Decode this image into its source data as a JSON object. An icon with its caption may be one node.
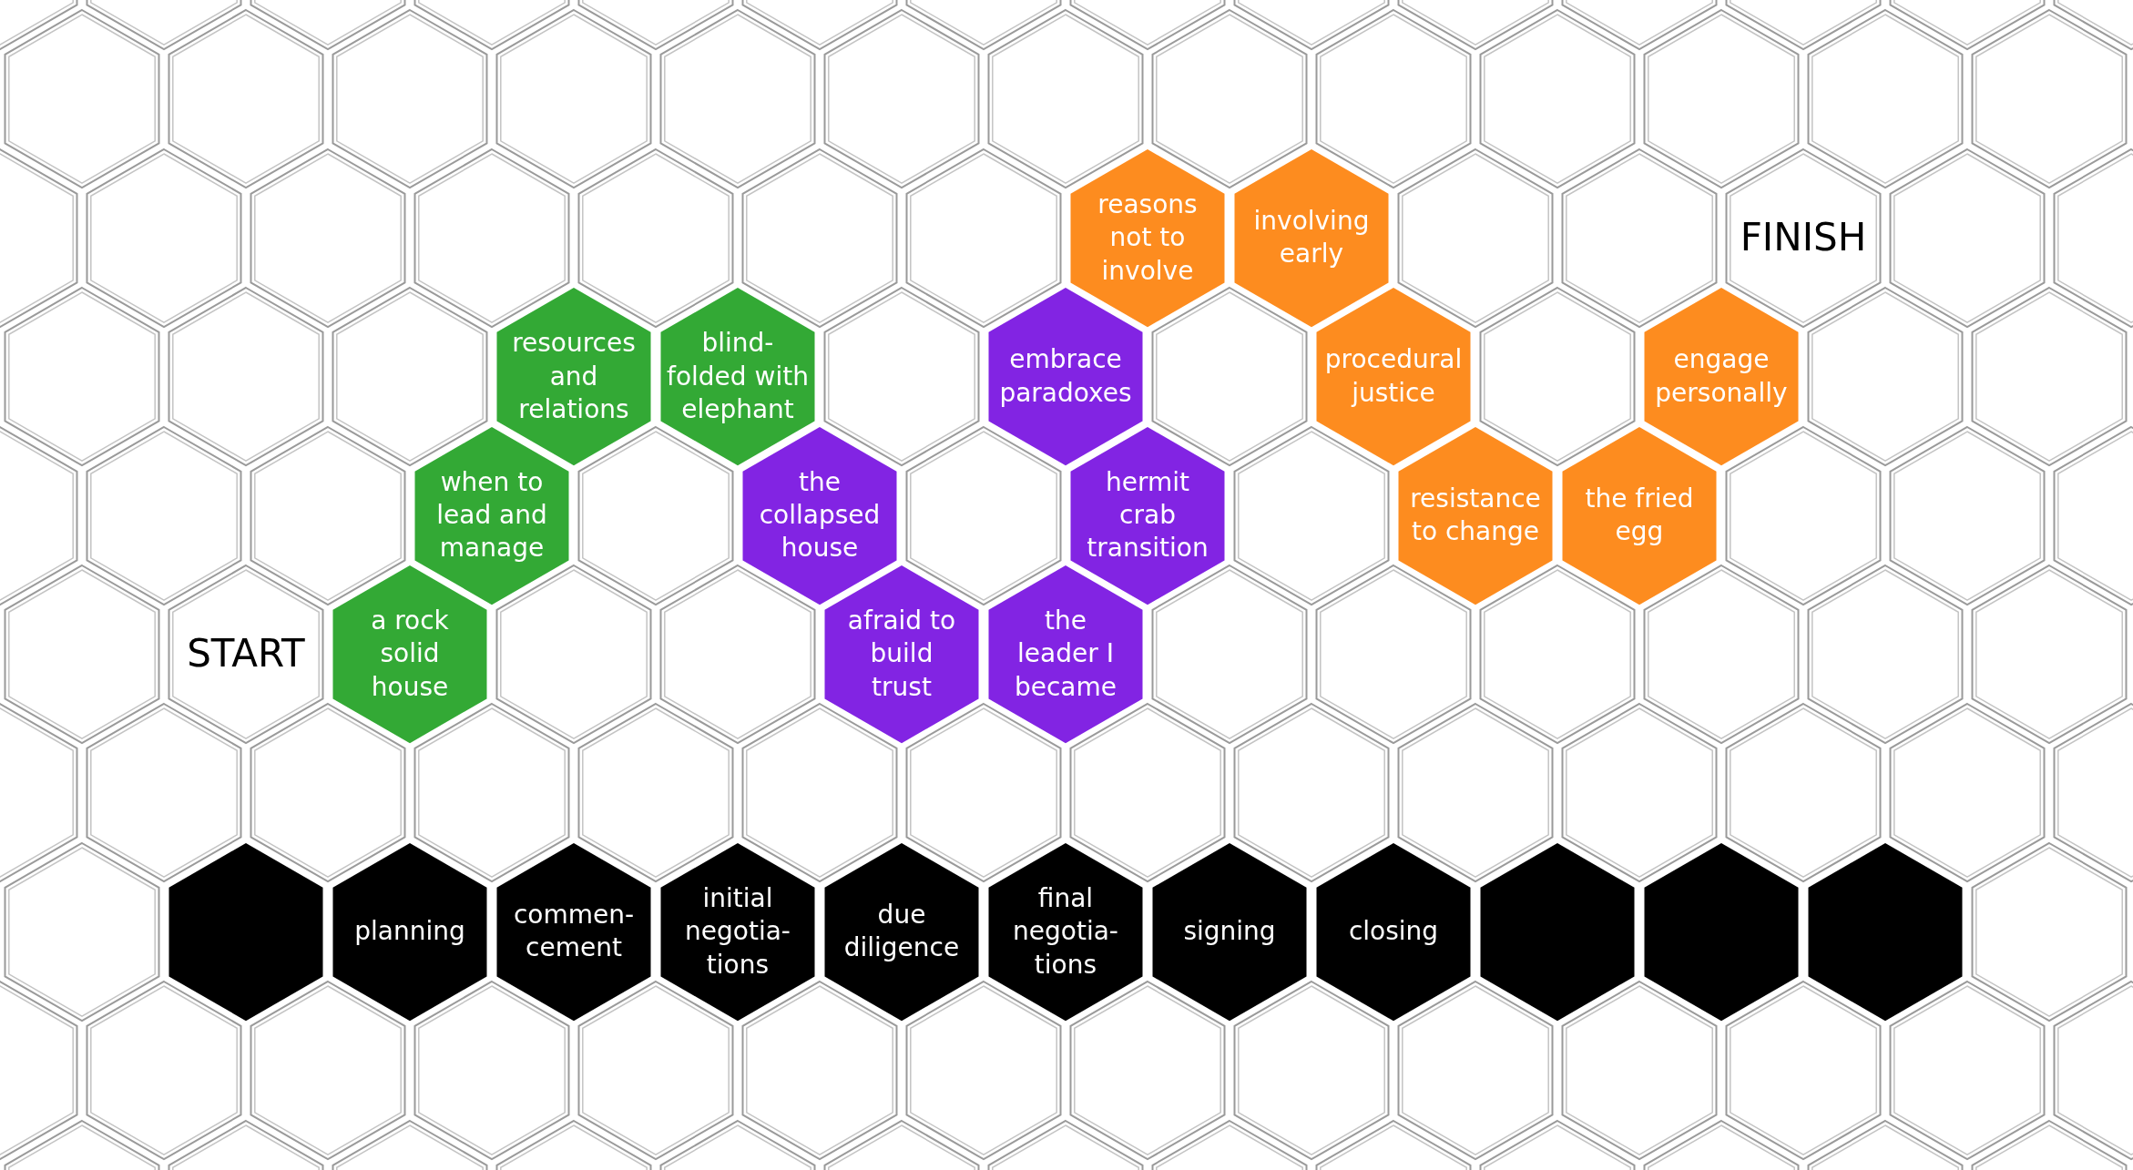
{
  "diagram": {
    "nodes": [
      {
        "text": [],
        "shape": "hexagon"
      },
      {
        "text": [],
        "shape": "hexagon"
      },
      {
        "text": [],
        "shape": "hexagon"
      },
      {
        "text": [],
        "shape": "hexagon"
      },
      {
        "text": [],
        "shape": "hexagon"
      },
      {
        "text": [],
        "shape": "hexagon"
      },
      {
        "text": [],
        "shape": "hexagon"
      },
      {
        "text": [],
        "shape": "hexagon"
      },
      {
        "text": [],
        "shape": "hexagon"
      },
      {
        "text": [],
        "shape": "hexagon"
      },
      {
        "text": [],
        "shape": "hexagon"
      },
      {
        "text": [],
        "shape": "hexagon"
      },
      {
        "text": [],
        "shape": "hexagon"
      },
      {
        "text": [],
        "shape": "hexagon"
      },
      {
        "text": [],
        "shape": "hexagon"
      },
      {
        "text": [],
        "shape": "hexagon"
      },
      {
        "text": [],
        "shape": "hexagon"
      },
      {
        "text": [],
        "shape": "hexagon"
      },
      {
        "text": [],
        "shape": "hexagon"
      },
      {
        "text": [],
        "shape": "hexagon"
      },
      {
        "text": [],
        "shape": "hexagon"
      },
      {
        "text": [],
        "shape": "hexagon"
      },
      {
        "text": [],
        "shape": "hexagon"
      },
      {
        "text": [],
        "shape": "hexagon"
      },
      {
        "text": [],
        "shape": "hexagon"
      },
      {
        "text": [],
        "shape": "hexagon"
      },
      {
        "text": [],
        "shape": "hexagon"
      },
      {
        "text": [],
        "shape": "hexagon"
      },
      {
        "text": [],
        "shape": "hexagon"
      },
      {
        "text": [],
        "shape": "hexagon"
      },
      {
        "text": [],
        "shape": "hexagon"
      },
      {
        "text": [],
        "shape": "hexagon"
      },
      {
        "text": [],
        "shape": "hexagon"
      },
      {
        "text": [],
        "shape": "hexagon"
      },
      {
        "text": [
          "reasons not to involve"
        ]
      },
      {
        "text": [
          "involving early"
        ]
      },
      {
        "text": [],
        "shape": "hexagon"
      },
      {
        "text": [],
        "shape": "hexagon"
      },
      {
        "text": [
          "FINISH"
        ]
      },
      {
        "text": [],
        "shape": "hexagon"
      },
      {
        "text": [],
        "shape": "hexagon"
      },
      {
        "text": [],
        "shape": "hexagon"
      },
      {
        "text": [],
        "shape": "hexagon"
      },
      {
        "text": [],
        "shape": "hexagon"
      },
      {
        "text": [
          "resources and relations"
        ]
      },
      {
        "text": [
          "blind- folded with elephant"
        ]
      },
      {
        "text": [],
        "shape": "hexagon"
      },
      {
        "text": [
          "embrace paradoxes"
        ]
      },
      {
        "text": [],
        "shape": "hexagon"
      },
      {
        "text": [
          "procedural justice"
        ]
      },
      {
        "text": [],
        "shape": "hexagon"
      },
      {
        "text": [
          "engage personally"
        ]
      },
      {
        "text": [],
        "shape": "hexagon"
      },
      {
        "text": [],
        "shape": "hexagon"
      },
      {
        "text": [],
        "shape": "hexagon"
      },
      {
        "text": [],
        "shape": "hexagon"
      },
      {
        "text": [],
        "shape": "hexagon"
      },
      {
        "text": [
          "when to lead and manage"
        ]
      },
      {
        "text": [],
        "shape": "hexagon"
      },
      {
        "text": [
          "the collapsed house"
        ]
      },
      {
        "text": [],
        "shape": "hexagon"
      },
      {
        "text": [
          "hermit crab transition"
        ]
      },
      {
        "text": [],
        "shape": "hexagon"
      },
      {
        "text": [
          "resistance to change"
        ]
      },
      {
        "text": [
          "the fried egg"
        ]
      },
      {
        "text": [],
        "shape": "hexagon"
      },
      {
        "text": [],
        "shape": "hexagon"
      },
      {
        "text": [],
        "shape": "hexagon"
      },
      {
        "text": [],
        "shape": "hexagon"
      },
      {
        "text": [
          "START"
        ]
      },
      {
        "text": [
          "a rock solid house"
        ]
      },
      {
        "text": [],
        "shape": "hexagon"
      },
      {
        "text": [],
        "shape": "hexagon"
      },
      {
        "text": [
          "afraid to build trust"
        ]
      },
      {
        "text": [
          "the leader I became"
        ]
      },
      {
        "text": [],
        "shape": "hexagon"
      },
      {
        "text": [],
        "shape": "hexagon"
      },
      {
        "text": [],
        "shape": "hexagon"
      },
      {
        "text": [],
        "shape": "hexagon"
      },
      {
        "text": [],
        "shape": "hexagon"
      },
      {
        "text": [],
        "shape": "hexagon"
      },
      {
        "text": [],
        "shape": "hexagon"
      },
      {
        "text": [],
        "shape": "hexagon"
      },
      {
        "text": [],
        "shape": "hexagon"
      },
      {
        "text": [],
        "shape": "hexagon"
      },
      {
        "text": [],
        "shape": "hexagon"
      },
      {
        "text": [],
        "shape": "hexagon"
      },
      {
        "text": [],
        "shape": "hexagon"
      },
      {
        "text": [],
        "shape": "hexagon"
      },
      {
        "text": [],
        "shape": "hexagon"
      },
      {
        "text": [],
        "shape": "hexagon"
      },
      {
        "text": [],
        "shape": "hexagon"
      },
      {
        "text": [],
        "shape": "hexagon"
      },
      {
        "text": [],
        "shape": "hexagon"
      },
      {
        "text": [],
        "shape": "hexagon"
      },
      {
        "text": [],
        "shape": "hexagon"
      },
      {
        "text": [],
        "shape": "hexagon"
      },
      {
        "text": [
          "planning"
        ]
      },
      {
        "text": [
          "commen- cement"
        ]
      },
      {
        "text": [
          "initial negotia- tions"
        ]
      },
      {
        "text": [
          "due diligence"
        ]
      },
      {
        "text": [
          "final negotia- tions"
        ]
      },
      {
        "text": [
          "signing"
        ]
      },
      {
        "text": [
          "closing"
        ]
      },
      {
        "text": [],
        "shape": "hexagon"
      },
      {
        "text": [],
        "shape": "hexagon"
      },
      {
        "text": [],
        "shape": "hexagon"
      },
      {
        "text": [],
        "shape": "hexagon"
      },
      {
        "text": [],
        "shape": "hexagon"
      },
      {
        "text": [],
        "shape": "hexagon"
      },
      {
        "text": [],
        "shape": "hexagon"
      },
      {
        "text": [],
        "shape": "hexagon"
      },
      {
        "text": [],
        "shape": "hexagon"
      },
      {
        "text": [],
        "shape": "hexagon"
      },
      {
        "text": [],
        "shape": "hexagon"
      },
      {
        "text": [],
        "shape": "hexagon"
      },
      {
        "text": [],
        "shape": "hexagon"
      },
      {
        "text": [],
        "shape": "hexagon"
      },
      {
        "text": [],
        "shape": "hexagon"
      },
      {
        "text": [],
        "shape": "hexagon"
      },
      {
        "text": [],
        "shape": "hexagon"
      },
      {
        "text": [],
        "shape": "hexagon"
      },
      {
        "text": [],
        "shape": "hexagon"
      },
      {
        "text": [],
        "shape": "hexagon"
      },
      {
        "text": [],
        "shape": "hexagon"
      },
      {
        "text": [],
        "shape": "hexagon"
      },
      {
        "text": [],
        "shape": "hexagon"
      },
      {
        "text": [],
        "shape": "hexagon"
      },
      {
        "text": [],
        "shape": "hexagon"
      },
      {
        "text": [],
        "shape": "hexagon"
      },
      {
        "text": [],
        "shape": "hexagon"
      },
      {
        "text": [],
        "shape": "hexagon"
      },
      {
        "text": [],
        "shape": "hexagon"
      },
      {
        "text": [],
        "shape": "hexagon"
      },
      {
        "text": [],
        "shape": "hexagon"
      }
    ]
  }
}
